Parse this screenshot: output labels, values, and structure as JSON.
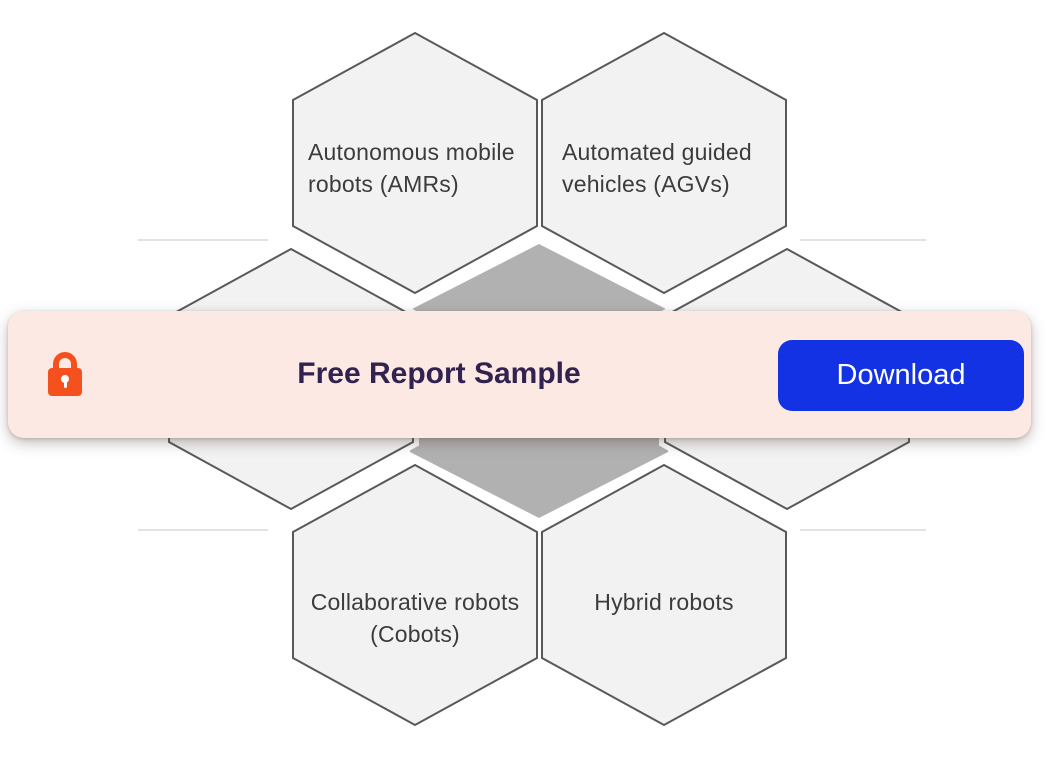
{
  "diagram": {
    "hexagons": {
      "amr": {
        "label": "Autonomous mobile robots (AMRs)"
      },
      "agv": {
        "label": "Automated guided vehicles (AGVs)"
      },
      "cobots": {
        "label": "Collaborative robots (Cobots)"
      },
      "hybrid": {
        "label": "Hybrid robots"
      }
    },
    "colors": {
      "hex_fill": "#f2f2f2",
      "hex_border": "#595959",
      "center_hex_fill": "#b1b1b1",
      "label_text": "#3c3c3c"
    }
  },
  "overlay": {
    "lock_icon": "lock-icon",
    "title": "Free Report Sample",
    "button_label": "Download",
    "colors": {
      "banner_bg": "#fce9e4",
      "title_text": "#32224f",
      "button_bg": "#1232e4",
      "button_text": "#ffffff",
      "lock": "#f4511e"
    }
  }
}
